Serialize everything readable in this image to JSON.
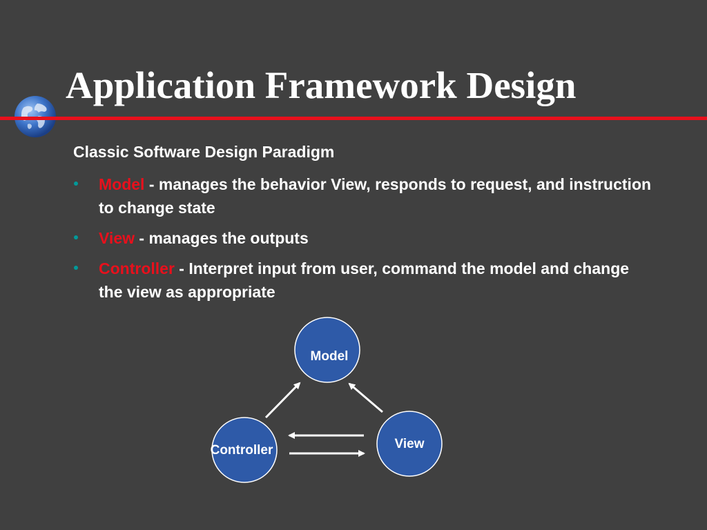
{
  "slide": {
    "title": "Application Framework Design",
    "accent_color": "#e8101c",
    "background_color": "#404040",
    "logo_icon": "globe-icon"
  },
  "content": {
    "subheading": "Classic Software Design Paradigm",
    "bullets": [
      {
        "term": "Model",
        "text": " - manages the behavior View, responds to request, and instruction to change state"
      },
      {
        "term": "View",
        "text": " - manages the outputs"
      },
      {
        "term": "Controller",
        "text": " - Interpret input from user, command the model and change the view as appropriate"
      }
    ],
    "bullet_color": "#009999"
  },
  "diagram": {
    "node_color": "#2e5aa8",
    "nodes": {
      "model": "Model",
      "view": "View",
      "controller": "Controller"
    }
  }
}
